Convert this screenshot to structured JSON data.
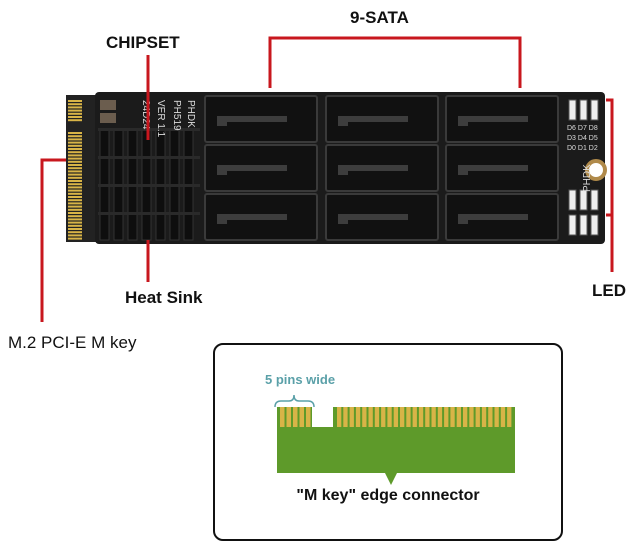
{
  "labels": {
    "sata": "9-SATA",
    "chipset": "CHIPSET",
    "heat_sink": "Heat Sink",
    "led": "LED",
    "m2": "M.2 PCI-E M key"
  },
  "board": {
    "silkscreen": [
      "PHDK",
      "PH519",
      "VER 1.1",
      "24D24",
      "PHDK"
    ],
    "led_labels": [
      "D6 D7 D8",
      "D3 D4 D5",
      "D0 D1 D2"
    ],
    "port_count": 9
  },
  "inset": {
    "pins_label": "5 pins wide",
    "caption": "\"M key\" edge connector"
  },
  "colors": {
    "annotation": "#c8171e",
    "board": "#1b1b1b",
    "gold": "#d8b447",
    "pcb_green": "#5e9a2a",
    "pins_label": "#5aa0a8"
  }
}
